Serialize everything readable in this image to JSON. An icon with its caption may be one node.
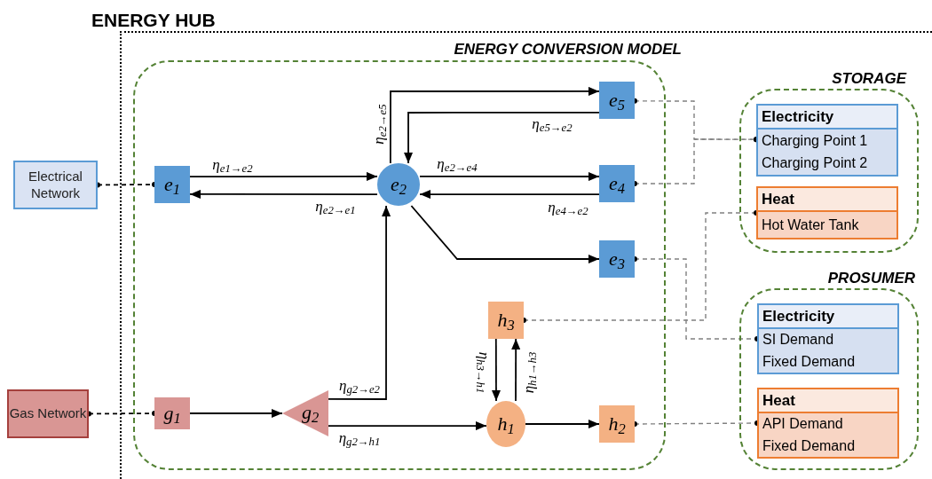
{
  "diagram": {
    "nodes": [
      {
        "text": [
          "ENERGY HUB"
        ]
      },
      {
        "text": [
          "ENERGY CONVERSION MODEL"
        ],
        "in": 0
      },
      {
        "text": [
          "Electrical Network"
        ]
      },
      {
        "text": [
          "Gas Network"
        ]
      },
      {
        "text": [
          "e$_{1}$"
        ],
        "in": 1
      },
      {
        "text": [
          "e$_{2}$"
        ],
        "in": 1
      },
      {
        "text": [
          "e$_{5}$"
        ],
        "in": 1
      },
      {
        "text": [
          "e$_{4}$"
        ],
        "in": 1
      },
      {
        "text": [
          "e$_{3}$"
        ],
        "in": 1
      },
      {
        "text": [
          "h$_{3}$"
        ],
        "in": 1
      },
      {
        "text": [
          "g$_{1}$"
        ],
        "in": 1
      },
      {
        "text": [
          "g$_{2}$"
        ],
        "in": 1
      },
      {
        "text": [
          "h$_{1}$"
        ],
        "in": 1
      },
      {
        "text": [
          "h$_{2}$"
        ],
        "in": 1
      },
      {
        "text": [
          "STORAGE"
        ],
        "in": 0
      },
      {
        "text": [
          "Electricity",
          "Charging Point 1",
          "Charging Point 2"
        ],
        "in": 14
      },
      {
        "text": [
          "Heat",
          "Hot Water Tank"
        ],
        "in": 14
      },
      {
        "text": [
          "PROSUMER"
        ],
        "in": 0
      },
      {
        "text": [
          "Electricity",
          "SI Demand",
          "Fixed Demand"
        ],
        "in": 17
      },
      {
        "text": [
          "Heat",
          "API Demand",
          "Fixed Demand"
        ],
        "in": 17
      }
    ],
    "edges": [
      {
        "from": 2,
        "to": 4,
        "arrow": "other",
        "style": "dashed"
      },
      {
        "from": 4,
        "to": 5,
        "arrow": "to",
        "label": "η$_{e1→e2}$"
      },
      {
        "from": 5,
        "to": 4,
        "arrow": "to",
        "label": "η$_{e2→e1}$"
      },
      {
        "from": 5,
        "to": 6,
        "arrow": "to",
        "label": "η$_{e2→e5}$"
      },
      {
        "from": 6,
        "to": 5,
        "arrow": "to",
        "label": "η$_{e5→e2}$"
      },
      {
        "from": 5,
        "to": 7,
        "arrow": "to",
        "label": "η$_{e2→e4}$"
      },
      {
        "from": 7,
        "to": 5,
        "arrow": "to",
        "label": "η$_{e4→e2}$"
      },
      {
        "from": 5,
        "to": 8,
        "arrow": "to"
      },
      {
        "from": 3,
        "to": 10,
        "arrow": "other",
        "style": "dashed"
      },
      {
        "from": 10,
        "to": 11,
        "arrow": "to"
      },
      {
        "from": 11,
        "to": 5,
        "arrow": "to",
        "label": "η$_{g2→e2}$"
      },
      {
        "from": 11,
        "to": 12,
        "arrow": "to",
        "label": "η$_{g2→h1}$"
      },
      {
        "from": 9,
        "to": 12,
        "arrow": "to",
        "label": "η$_{h3→h1}$"
      },
      {
        "from": 12,
        "to": 9,
        "arrow": "to",
        "label": "η$_{h1→h3}$"
      },
      {
        "from": 12,
        "to": 13,
        "arrow": "to"
      },
      {
        "from": 6,
        "to": 15,
        "arrow": "other",
        "style": "dashed",
        "color": "#808080"
      },
      {
        "from": 7,
        "to": 15,
        "arrow": "other",
        "style": "dashed",
        "color": "#808080"
      },
      {
        "from": 9,
        "to": 16,
        "arrow": "other",
        "style": "dashed",
        "color": "#808080"
      },
      {
        "from": 8,
        "to": 18,
        "arrow": "other",
        "style": "dashed",
        "color": "#808080"
      },
      {
        "from": 13,
        "to": 19,
        "arrow": "other",
        "style": "dashed",
        "color": "#808080"
      }
    ]
  }
}
